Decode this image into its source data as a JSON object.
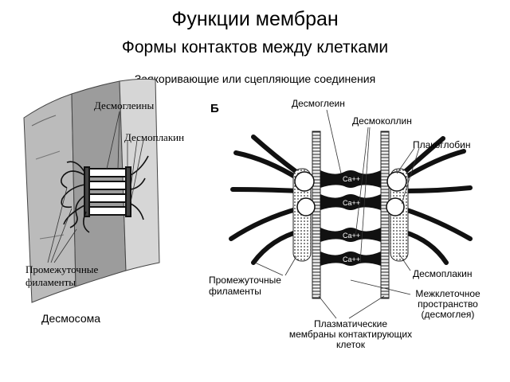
{
  "header": {
    "title": "Функции мембран",
    "subtitle": "Формы контактов между клетками",
    "section": "Заякоривающие или сцепляющие соединения"
  },
  "panel_a": {
    "labels": {
      "desmogleins": "Десмоглеины",
      "desmoplakins": "Десмоплакин",
      "filaments_1": "Промежуточные",
      "filaments_2": "филаменты"
    },
    "caption": "Десмосома"
  },
  "panel_b": {
    "letter": "Б",
    "labels": {
      "desmoglein": "Десмоглеин",
      "desmocollin": "Десмоколлин",
      "plakoglobin": "Плакоглобин",
      "filaments_1": "Промежуточные",
      "filaments_2": "филаменты",
      "desmoplakin": "Десмоплакин",
      "space_1": "Межклеточное",
      "space_2": "пространство",
      "space_3": "(десмоглея)",
      "membranes_1": "Плазматические",
      "membranes_2": "мембраны контактирующих",
      "membranes_3": "клеток"
    },
    "ions": [
      "Ca++",
      "Ca++",
      "Ca++",
      "Ca++"
    ]
  }
}
